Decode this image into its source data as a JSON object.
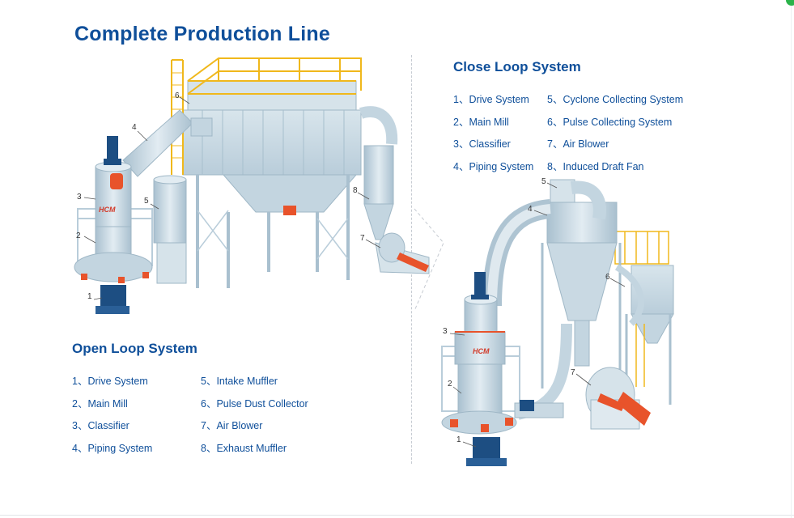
{
  "title": "Complete Production Line",
  "brand": "HCM",
  "close_loop": {
    "title": "Close Loop System",
    "items": [
      "1、Drive System",
      "2、Main Mill",
      "3、Classifier",
      "4、Piping System",
      "5、Cyclone Collecting System",
      "6、Pulse Collecting System",
      "7、Air Blower",
      "8、Induced Draft Fan"
    ]
  },
  "open_loop": {
    "title": "Open Loop System",
    "items": [
      "1、Drive System",
      "2、Main Mill",
      "3、Classifier",
      "4、Piping System",
      "5、Intake Muffler",
      "6、Pulse Dust Collector",
      "7、Air Blower",
      "8、Exhaust Muffler"
    ]
  },
  "callouts": {
    "left": [
      "1",
      "2",
      "3",
      "4",
      "5",
      "6",
      "7",
      "8"
    ],
    "right": [
      "1",
      "2",
      "3",
      "4",
      "5",
      "6",
      "7"
    ]
  },
  "colors": {
    "title_blue": "#0f4f9a",
    "steel": "#c9d9e3",
    "steel_dark": "#9fb7c6",
    "accent_orange": "#e8532b",
    "drive_blue": "#1d4e82",
    "rail_yellow": "#f0b81c"
  }
}
